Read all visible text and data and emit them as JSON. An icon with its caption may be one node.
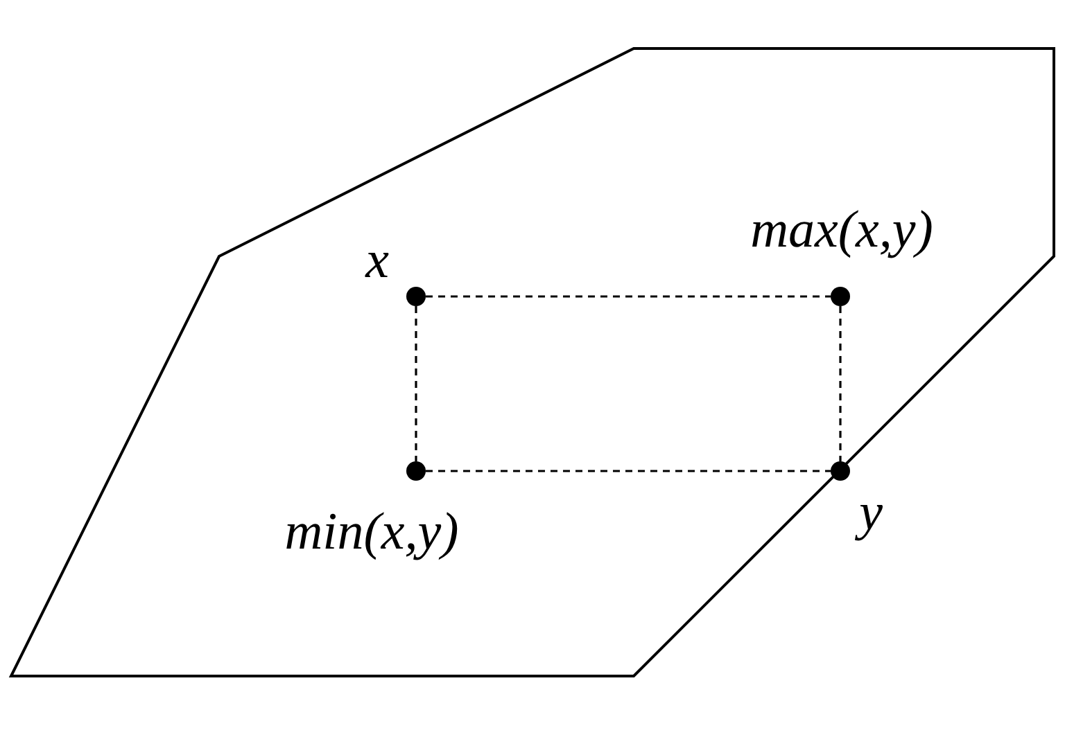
{
  "diagram": {
    "nodes": [
      {
        "text": [],
        "shape": "circle",
        "beside": [
          "x"
        ]
      },
      {
        "text": [],
        "shape": "circle",
        "beside": [
          "max(x,y)"
        ]
      },
      {
        "text": [],
        "shape": "circle",
        "beside": [
          "min(x,y)"
        ]
      },
      {
        "text": [],
        "shape": "circle",
        "beside": [
          "y"
        ]
      }
    ],
    "edges": [
      {
        "from": 0,
        "to": 1,
        "arrow": "none",
        "style": "dashed"
      },
      {
        "from": 0,
        "to": 2,
        "arrow": "none",
        "style": "dashed"
      },
      {
        "from": 1,
        "to": 3,
        "arrow": "none",
        "style": "dashed"
      },
      {
        "from": 2,
        "to": 3,
        "arrow": "none",
        "style": "dashed"
      }
    ]
  }
}
